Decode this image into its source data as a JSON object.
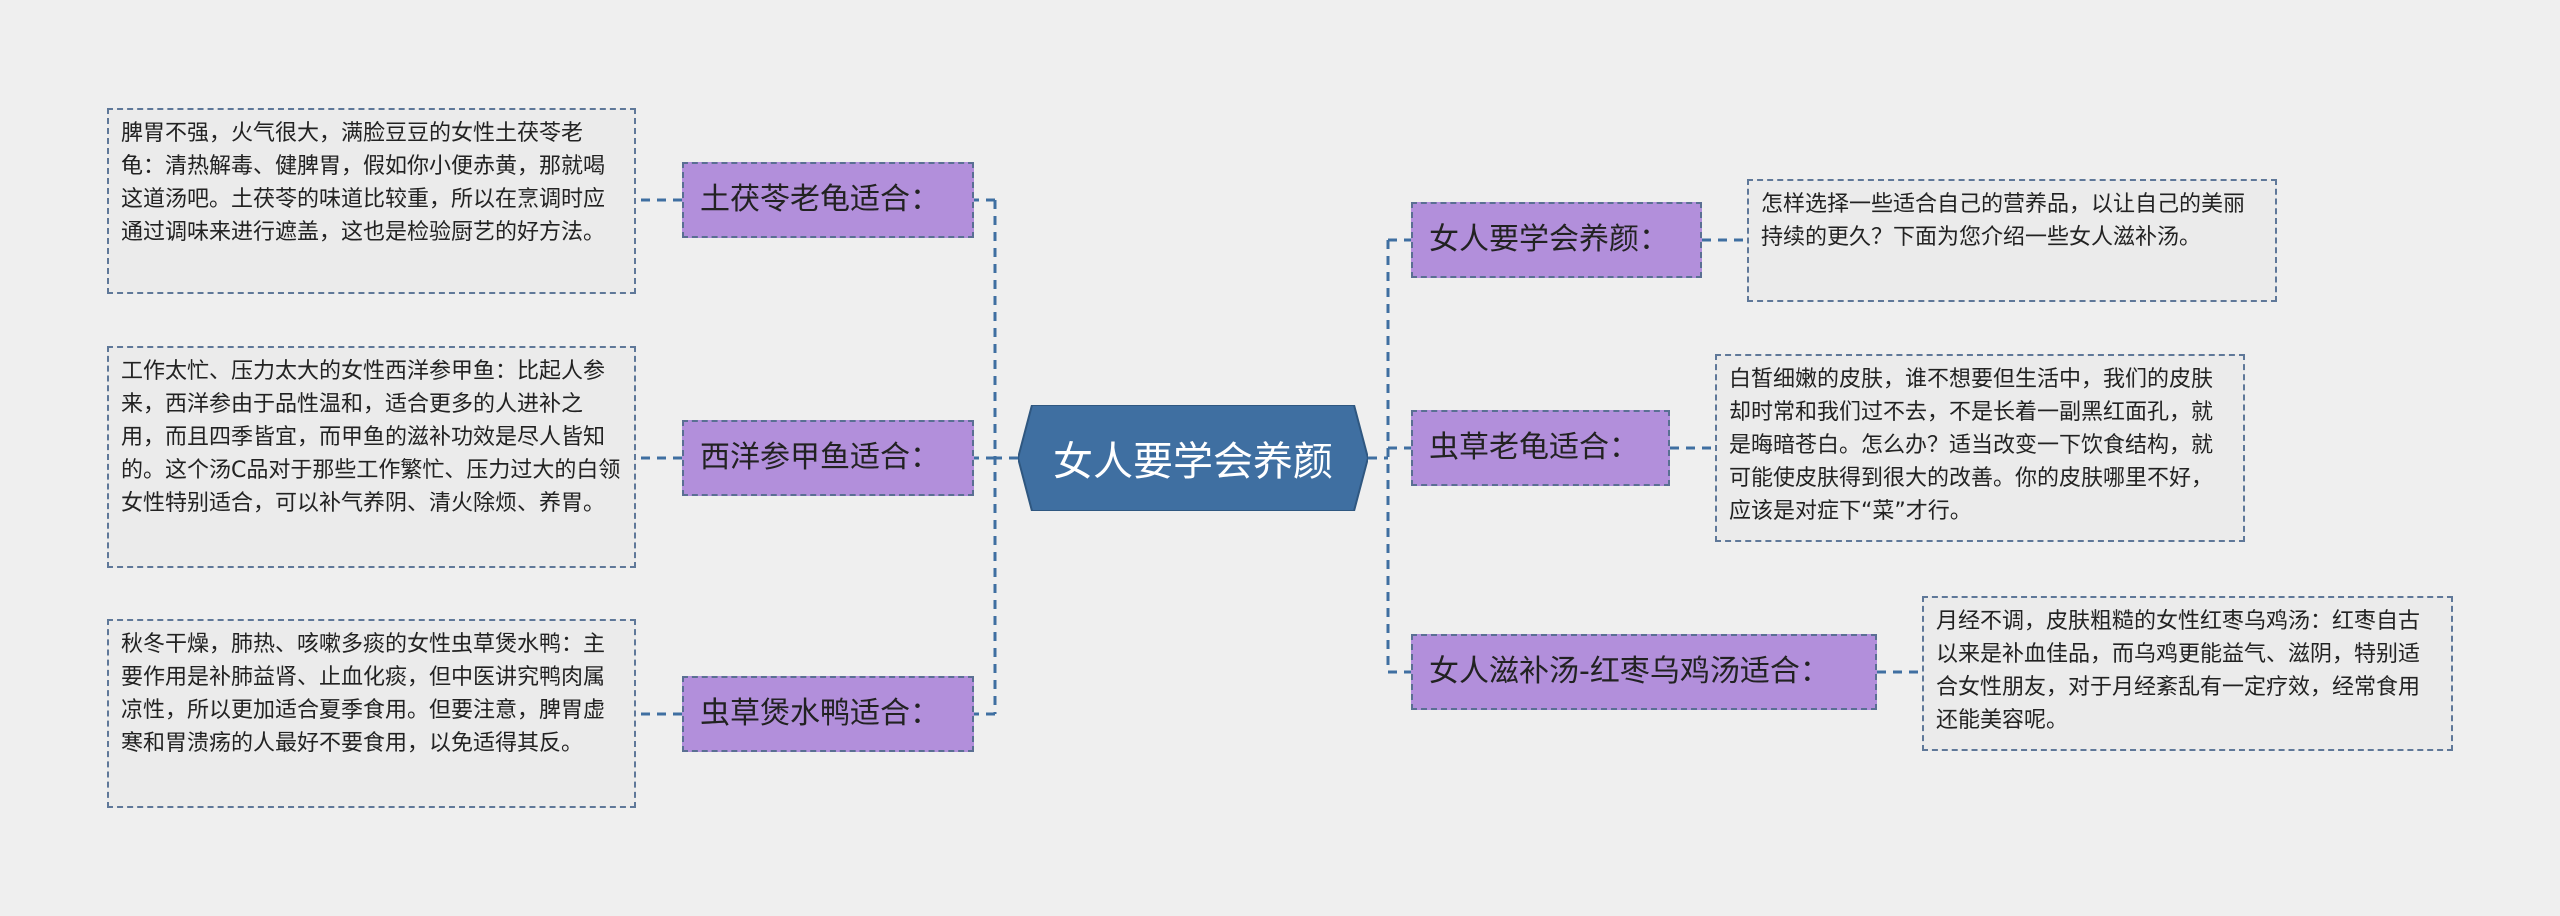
{
  "center": {
    "label": "女人要学会养颜"
  },
  "left_branches": [
    {
      "title": "土茯苓老龟适合：",
      "detail": "脾胃不强，火气很大，满脸豆豆的女性土茯苓老龟：清热解毒、健脾胃，假如你小便赤黄，那就喝这道汤吧。土茯苓的味道比较重，所以在烹调时应通过调味来进行遮盖，这也是检验厨艺的好方法。"
    },
    {
      "title": "西洋参甲鱼适合：",
      "detail": "工作太忙、压力太大的女性西洋参甲鱼：比起人参来，西洋参由于品性温和，适合更多的人进补之用，而且四季皆宜，而甲鱼的滋补功效是尽人皆知的。这个汤C品对于那些工作繁忙、压力过大的白领女性特别适合，可以补气养阴、清火除烦、养胃。"
    },
    {
      "title": "虫草煲水鸭适合：",
      "detail": "秋冬干燥，肺热、咳嗽多痰的女性虫草煲水鸭：主要作用是补肺益肾、止血化痰，但中医讲究鸭肉属凉性，所以更加适合夏季食用。但要注意，脾胃虚寒和胃溃疡的人最好不要食用，以免适得其反。"
    }
  ],
  "right_branches": [
    {
      "title": "女人要学会养颜：",
      "detail": "怎样选择一些适合自己的营养品，以让自己的美丽持续的更久？下面为您介绍一些女人滋补汤。"
    },
    {
      "title": "虫草老龟适合：",
      "detail": "白皙细嫩的皮肤，谁不想要但生活中，我们的皮肤却时常和我们过不去，不是长着一副黑红面孔，就是晦暗苍白。怎么办？适当改变一下饮食结构，就可能使皮肤得到很大的改善。你的皮肤哪里不好，应该是对症下“菜”才行。"
    },
    {
      "title": "女人滋补汤-红枣乌鸡汤适合：",
      "detail": "月经不调，皮肤粗糙的女性红枣乌鸡汤：红枣自古以来是补血佳品，而乌鸡更能益气、滋阴，特别适合女性朋友，对于月经紊乱有一定疗效，经常食用还能美容呢。"
    }
  ],
  "colors": {
    "background": "#efefef",
    "center_fill": "#3f6fa1",
    "topic_fill": "#b28fdb",
    "leaf_fill": "#ebebeb",
    "connector": "#3f6fa1"
  }
}
